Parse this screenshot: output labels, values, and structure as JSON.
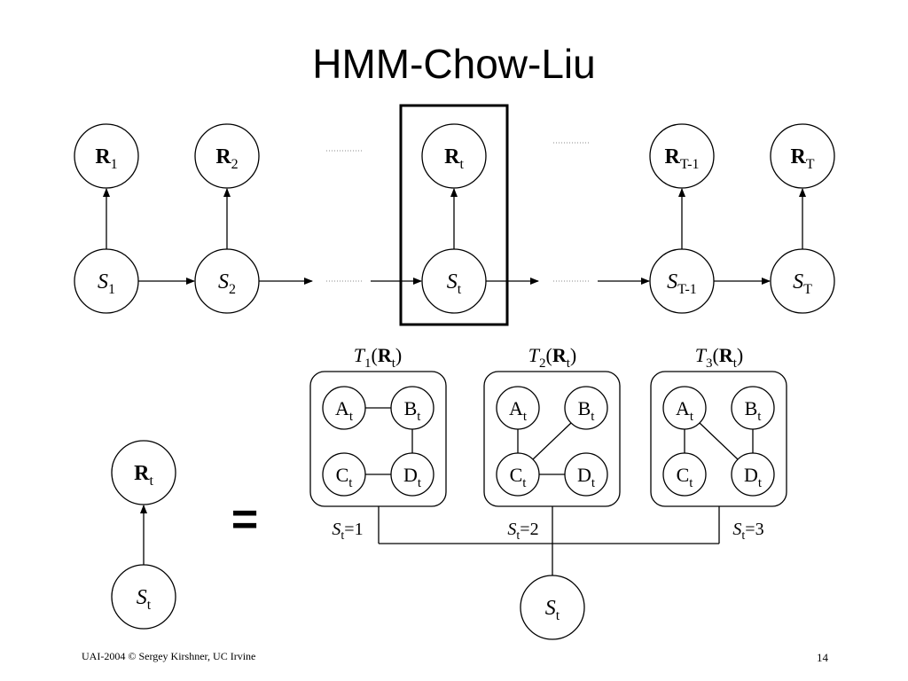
{
  "slide": {
    "title": "HMM-Chow-Liu",
    "footer_left": "UAI-2004 © Sergey Kirshner, UC Irvine",
    "page_number": "14",
    "equals_sign": "="
  },
  "chain": {
    "emissions": [
      {
        "main": "R",
        "sub": "1"
      },
      {
        "main": "R",
        "sub": "2"
      },
      {
        "main": "R",
        "sub": "t"
      },
      {
        "main": "R",
        "sub": "T-1"
      },
      {
        "main": "R",
        "sub": "T"
      }
    ],
    "states": [
      {
        "main": "S",
        "sub": "1"
      },
      {
        "main": "S",
        "sub": "2"
      },
      {
        "main": "S",
        "sub": "t"
      },
      {
        "main": "S",
        "sub": "T-1"
      },
      {
        "main": "S",
        "sub": "T"
      }
    ]
  },
  "detail": {
    "emission": {
      "main": "R",
      "sub": "t"
    },
    "state": {
      "main": "S",
      "sub": "t"
    }
  },
  "mixture": {
    "trees": [
      {
        "label": {
          "T": "T",
          "Tsub": "1",
          "R": "R",
          "Rsub": "t"
        },
        "nodes": [
          "A",
          "B",
          "C",
          "D"
        ],
        "node_sub": "t",
        "condition": {
          "S": "S",
          "sub": "t",
          "value": "=1"
        }
      },
      {
        "label": {
          "T": "T",
          "Tsub": "2",
          "R": "R",
          "Rsub": "t"
        },
        "nodes": [
          "A",
          "B",
          "C",
          "D"
        ],
        "node_sub": "t",
        "condition": {
          "S": "S",
          "sub": "t",
          "value": "=2"
        }
      },
      {
        "label": {
          "T": "T",
          "Tsub": "3",
          "R": "R",
          "Rsub": "t"
        },
        "nodes": [
          "A",
          "B",
          "C",
          "D"
        ],
        "node_sub": "t",
        "condition": {
          "S": "S",
          "sub": "t",
          "value": "=3"
        }
      }
    ],
    "selector": {
      "main": "S",
      "sub": "t"
    }
  }
}
